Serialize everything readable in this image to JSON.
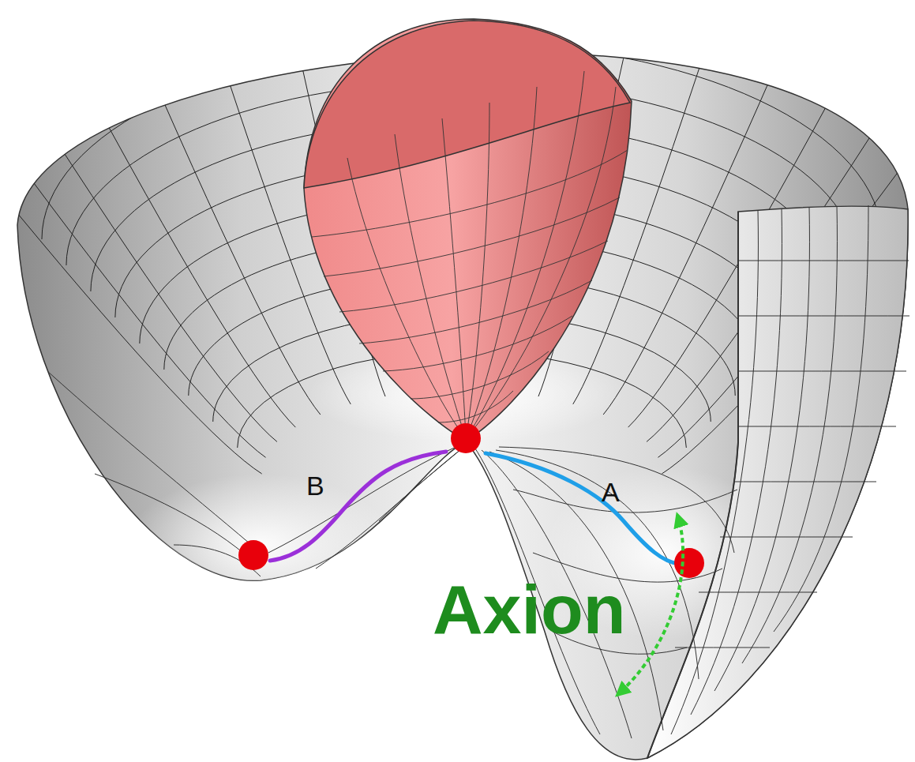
{
  "diagram": {
    "labels": [
      "B",
      "A",
      "Axion"
    ]
  }
}
